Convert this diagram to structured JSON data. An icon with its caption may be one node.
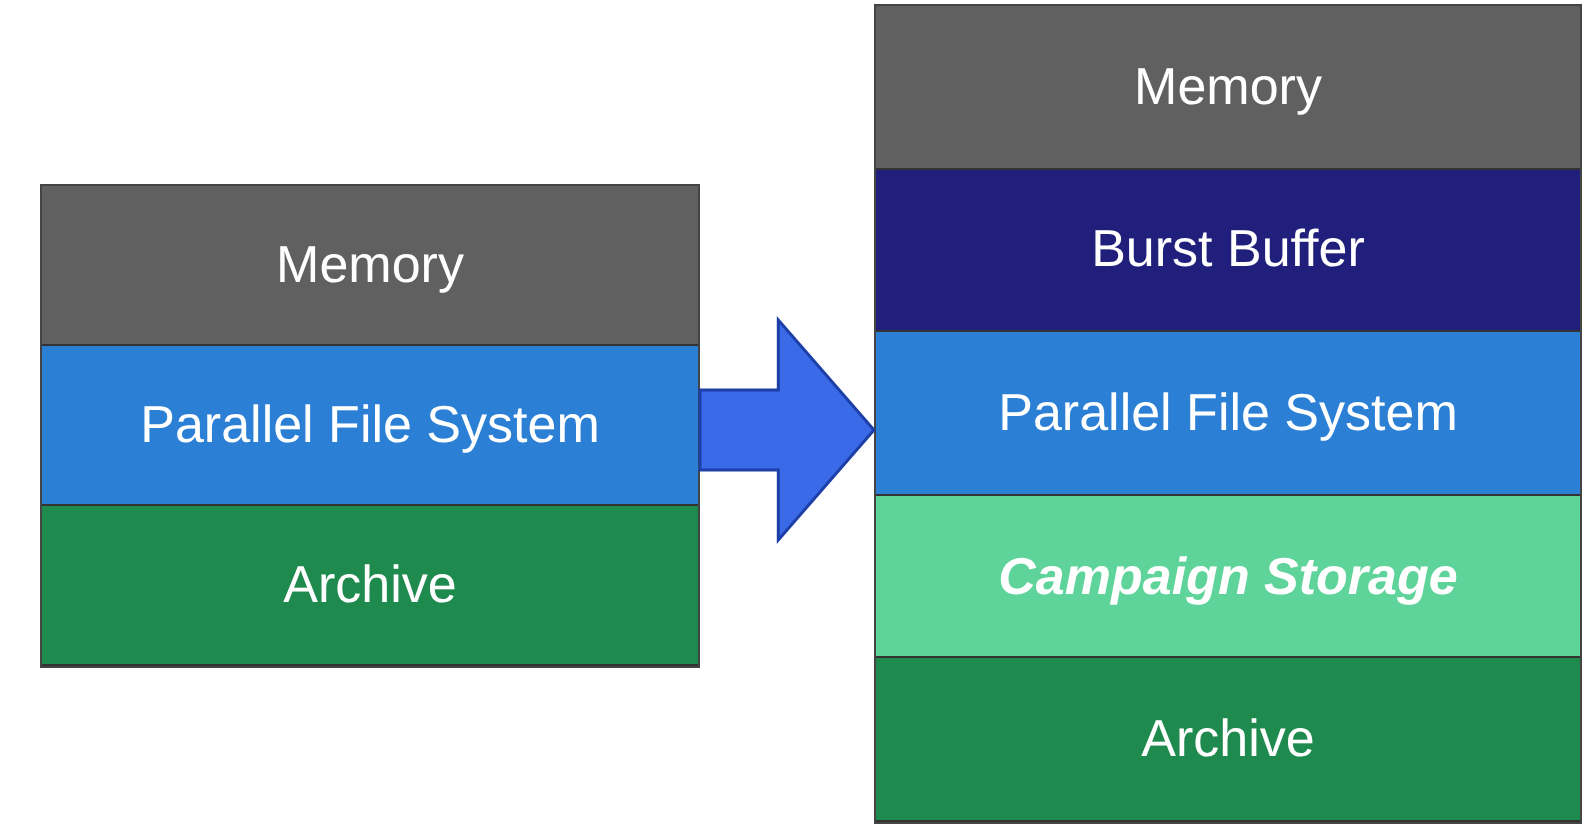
{
  "diagram": {
    "nodes": [
      {
        "text": [],
        "shape": "box"
      },
      {
        "text": [
          "Memory"
        ],
        "in": 0
      },
      {
        "text": [
          "Parallel File System"
        ],
        "in": 0
      },
      {
        "text": [
          "Archive"
        ],
        "in": 0
      },
      {
        "text": [],
        "shape": "box"
      },
      {
        "text": [
          "Memory"
        ],
        "in": 4
      },
      {
        "text": [
          "Burst Buffer"
        ],
        "in": 4
      },
      {
        "text": [
          "Parallel File System"
        ],
        "in": 4
      },
      {
        "text": [
          "Campaign Storage"
        ],
        "in": 4
      },
      {
        "text": [
          "Archive"
        ],
        "in": 4
      }
    ],
    "edges": [
      {
        "from": 0,
        "to": 4,
        "arrow": "to",
        "style": "thick"
      }
    ]
  }
}
